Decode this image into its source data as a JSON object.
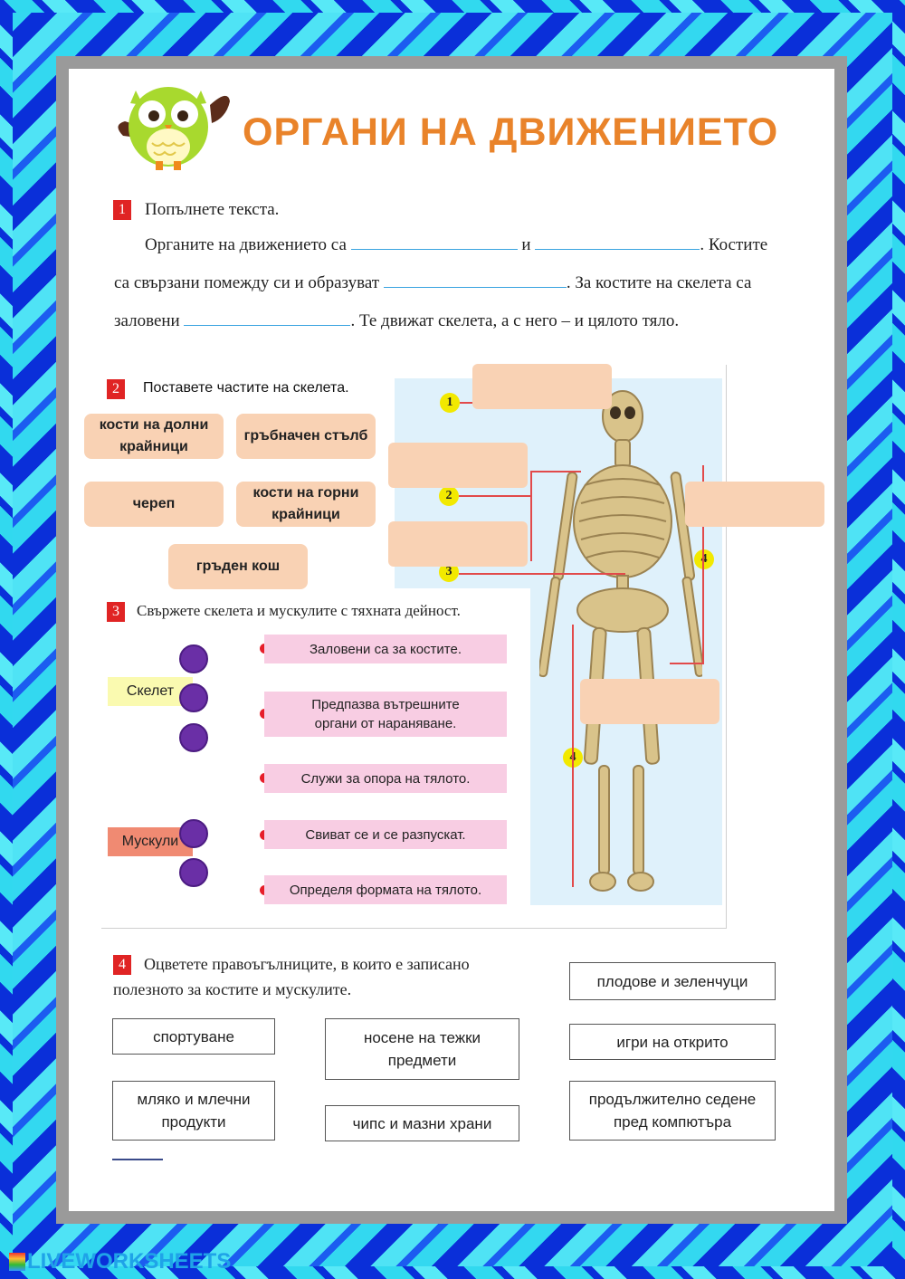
{
  "title": "ОРГАНИ НА ДВИЖЕНИЕТО",
  "task1": {
    "number": "1",
    "instruction": "Попълнете текста.",
    "line1_a": "Органите на движението са",
    "line1_b": "и",
    "line1_c": ". Костите",
    "line2_a": "са свързани помежду си и образуват",
    "line2_b": ". За костите на скелета са",
    "line3_a": "заловени",
    "line3_b": ". Те движат скелета, а с него – и цялото тяло."
  },
  "task2": {
    "number": "2",
    "instruction": "Поставете частите на скелета.",
    "cards": [
      "кости на долни крайници",
      "гръбначен стълб",
      "череп",
      "кости на горни крайници",
      "гръден кош"
    ],
    "markers": [
      "1",
      "2",
      "3",
      "4",
      "4"
    ]
  },
  "task3": {
    "number": "3",
    "instruction": "Свържете скелета и мускулите с тяхната дейност.",
    "skeleton_label": "Скелет",
    "muscles_label": "Мускули",
    "functions": [
      "Заловени са за костите.",
      "Предпазва вътрешните органи от нараняване.",
      "Служи за опора на тялото.",
      "Свиват се и се разпускат.",
      "Определя формата на тялото."
    ]
  },
  "task4": {
    "number": "4",
    "instruction_line1": "Оцветете правоъгълниците, в които е записано",
    "instruction_line2": "полезното за костите и мускулите.",
    "options": [
      "плодове и зеленчуци",
      "спортуване",
      "носене на тежки предмети",
      "игри на открито",
      "мляко и млечни продукти",
      "чипс и мазни храни",
      "продължително седене пред компютъра"
    ]
  },
  "footer": {
    "brand": "LIVEWORKSHEETS"
  },
  "colors": {
    "title": "#e9832a",
    "peach": "#f9d2b4",
    "pink": "#f8cde3",
    "border_dark": "#0a2fd9",
    "border_light": "#31d9ef"
  }
}
